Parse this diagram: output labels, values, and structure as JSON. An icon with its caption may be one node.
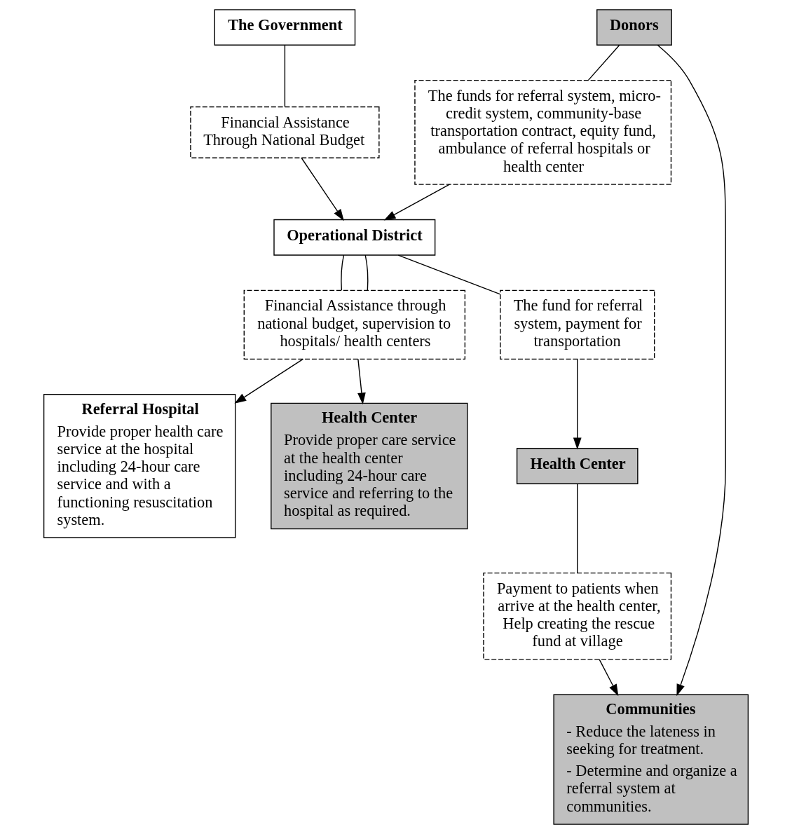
{
  "diagram": {
    "nodes": [
      {
        "text": [
          "The Government"
        ]
      },
      {
        "text": [
          "Financial Assistance Through National Budget"
        ]
      },
      {
        "text": [
          "Operational District"
        ]
      },
      {
        "text": [
          "Donors"
        ]
      },
      {
        "text": [
          "The funds for referral system, micro-credit system, community-base transportation contract, equity fund, ambulance of referral hospitals or health center"
        ]
      },
      {
        "text": [
          "Financial Assistance through national budget, supervision to hospitals/ health centers"
        ]
      },
      {
        "text": [
          "The fund for referral system, payment for transportation"
        ]
      },
      {
        "text": [
          "Health Center"
        ]
      },
      {
        "text": [
          "Payment to patients when arrive at the health center, Help creating the rescue fund at village"
        ]
      },
      {
        "text": [
          "Referral Hospital",
          "Provide proper health care service at the hospital including 24-hour care service and with a functioning resuscitation system."
        ]
      },
      {
        "text": [
          "Health Center",
          "Provide proper care service at the health center including 24-hour care service and referring to the hospital as required."
        ]
      },
      {
        "text": [
          "Communities",
          "- Reduce the lateness in seeking for treatment.",
          "- Determine and organize a referral system at communities."
        ]
      }
    ],
    "edges": [
      {
        "from": 0,
        "to": 1,
        "arrow": "none"
      },
      {
        "from": 1,
        "to": 2,
        "arrow": "to"
      },
      {
        "from": 3,
        "to": 4,
        "arrow": "none"
      },
      {
        "from": 4,
        "to": 2,
        "arrow": "to"
      },
      {
        "from": 2,
        "to": 5,
        "arrow": "none"
      },
      {
        "from": 2,
        "to": 5,
        "arrow": "none"
      },
      {
        "from": 2,
        "to": 6,
        "arrow": "none"
      },
      {
        "from": 5,
        "to": 9,
        "arrow": "to"
      },
      {
        "from": 5,
        "to": 10,
        "arrow": "to"
      },
      {
        "from": 6,
        "to": 7,
        "arrow": "to"
      },
      {
        "from": 7,
        "to": 8,
        "arrow": "none"
      },
      {
        "from": 8,
        "to": 11,
        "arrow": "to"
      },
      {
        "from": 3,
        "to": 11,
        "arrow": "to"
      }
    ]
  }
}
